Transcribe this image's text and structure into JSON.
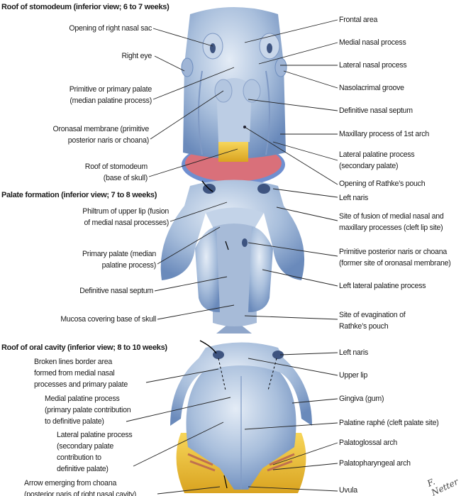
{
  "panels": [
    {
      "title": "Roof of stomodeum (inferior view; 6 to 7 weeks)",
      "left": [
        "Opening of right nasal sac",
        "Right eye",
        "Primitive or primary palate\n(median palatine process)",
        "Oronasal membrane (primitive\nposterior naris or choana)",
        "Roof of stomodeum\n(base of skull)"
      ],
      "right": [
        "Frontal area",
        "Medial nasal process",
        "Lateral nasal process",
        "Nasolacrimal groove",
        "Definitive nasal septum",
        "Maxillary process of 1st arch",
        "Lateral palatine process\n(secondary palate)",
        "Opening of Rathke’s pouch"
      ]
    },
    {
      "title": "Palate formation (inferior view; 7 to 8 weeks)",
      "left": [
        "Philtrum of upper lip (fusion\nof medial nasal processes)",
        "Primary palate (median\npalatine process)",
        "Definitive nasal septum",
        "Mucosa covering base of skull"
      ],
      "right": [
        "Left naris",
        "Site of fusion of medial nasal and\nmaxillary processes (cleft lip site)",
        "Primitive posterior naris or choana\n(former site of oronasal membrane)",
        "Left lateral palatine process",
        "Site of evagination of\nRathke’s pouch"
      ]
    },
    {
      "title": "Roof of oral cavity (inferior view; 8 to 10 weeks)",
      "left": [
        "Broken lines border area\nformed from medial nasal\nprocesses and primary palate",
        "Medial palatine process\n(primary palate contribution\nto definitive palate)",
        "Lateral palatine process\n(secondary palate\ncontribution to\ndefinitive palate)",
        "Arrow emerging from choana\n(posterior naris of right nasal cavity)"
      ],
      "right": [
        "Left naris",
        "Upper lip",
        "Gingiva (gum)",
        "Palatine raphé (cleft palate site)",
        "Palatoglossal arch",
        "Palatopharyngeal arch",
        "Uvula"
      ]
    }
  ],
  "signature": "F. Netter",
  "colors": {
    "tissue": "#a9bfdc",
    "tissue_dark": "#6f8fbf",
    "mucosa": "#d9707a",
    "yellow": "#f1c232"
  }
}
